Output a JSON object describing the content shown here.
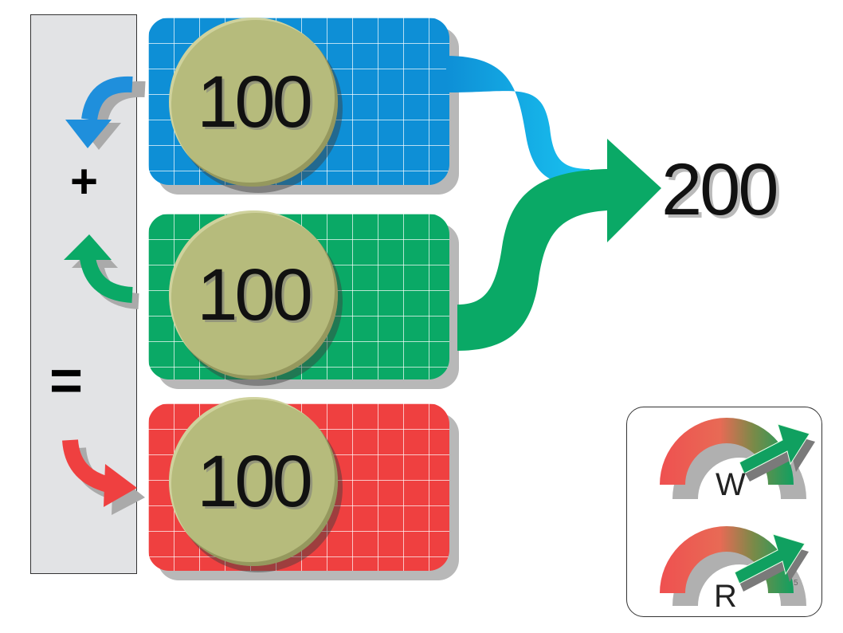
{
  "coins": [
    {
      "value": "100",
      "color": "#0e8fd6"
    },
    {
      "value": "100",
      "color": "#0aa966"
    },
    {
      "value": "100",
      "color": "#ef4040"
    }
  ],
  "operators": {
    "plus": "+",
    "equals": "="
  },
  "result": {
    "value": "200"
  },
  "legend": {
    "gauges": [
      {
        "label": "W",
        "tick": ""
      },
      {
        "label": "R",
        "tick": "5"
      }
    ]
  },
  "colors": {
    "blue": "#0e8fd6",
    "blue_flow": "#1aa7e6",
    "green": "#0aa966",
    "red": "#ef4040",
    "coin": "#b6bb7c",
    "panel": "#e2e3e5"
  },
  "icons": [
    "curved-arrow-blue-icon",
    "curved-arrow-green-icon",
    "curved-arrow-red-icon",
    "flow-arrow-icon",
    "gauge-write-icon",
    "gauge-read-icon"
  ]
}
